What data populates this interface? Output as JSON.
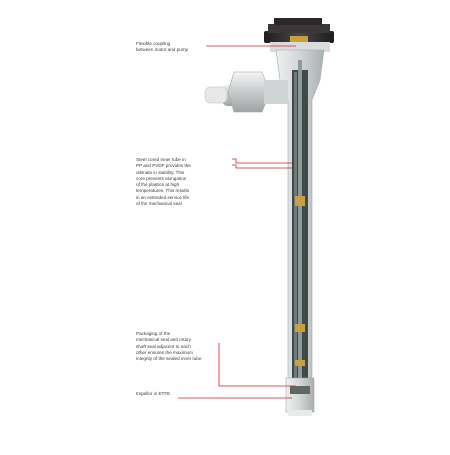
{
  "callouts": [
    {
      "id": "coupling",
      "lines": [
        "Flexible coupling",
        "between motor and pump"
      ]
    },
    {
      "id": "inner-tube",
      "lines": [
        "Steel cored inner tube in",
        "PP and PVDF provides the",
        "ultimate in stability. This",
        "core prevents elongation",
        "of the plastics at high",
        "temperatures. This results",
        "in an extended service life",
        "of the mechanical seal"
      ]
    },
    {
      "id": "seal",
      "lines": [
        "Packaging of the",
        "mechanical seal and rotary",
        "shaft seal adjacent to each",
        "other ensures the maximum",
        "integrity of the sealed inner tube"
      ]
    },
    {
      "id": "impellor",
      "lines": [
        "Impellor in ETFE"
      ]
    }
  ],
  "colors": {
    "leader": "#d1232a",
    "tube_outer": "#d4d7d9",
    "tube_inner": "#3f4a4a",
    "shaft": "#8f9a97",
    "brass": "#c8a13d",
    "head": "#2c2a2a"
  }
}
